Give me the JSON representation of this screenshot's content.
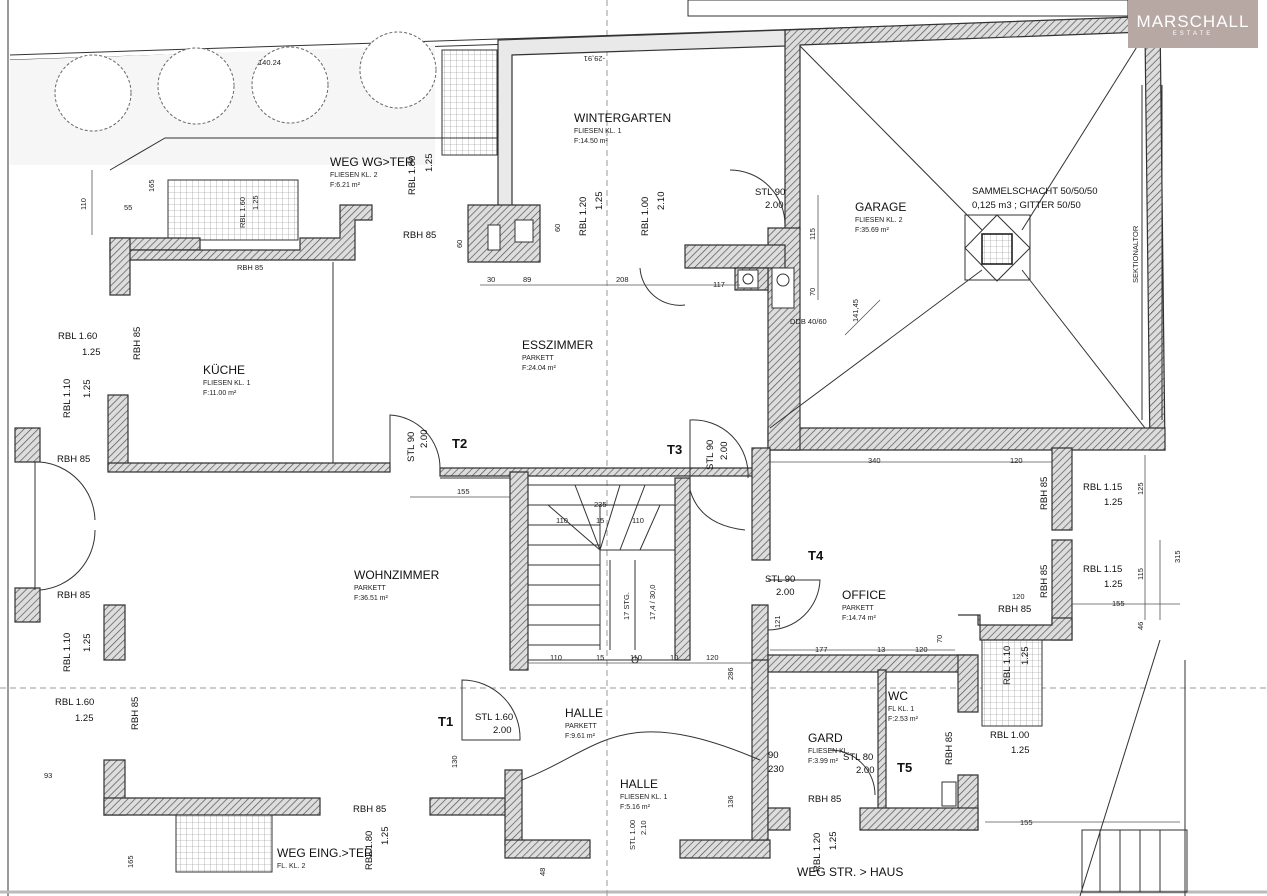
{
  "logo": {
    "name": "MARSCHALL",
    "sub": "ESTATE",
    "color": "#b7a8a4"
  },
  "rooms": {
    "wintergarten": {
      "name": "WINTERGARTEN",
      "floor": "FLIESEN KL. 1",
      "area": "F:14.50 m²"
    },
    "garage": {
      "name": "GARAGE",
      "floor": "FLIESEN KL. 2",
      "area": "F:35.69 m²"
    },
    "kueche": {
      "name": "KÜCHE",
      "floor": "FLIESEN KL. 1",
      "area": "F:11.00 m²"
    },
    "esszimmer": {
      "name": "ESSZIMMER",
      "floor": "PARKETT",
      "area": "F:24.04 m²"
    },
    "wohnzimmer": {
      "name": "WOHNZIMMER",
      "floor": "PARKETT",
      "area": "F:36.51 m²"
    },
    "office": {
      "name": "OFFICE",
      "floor": "PARKETT",
      "area": "F:14.74 m²"
    },
    "halle1": {
      "name": "HALLE",
      "floor": "PARKETT",
      "area": "F:9.61 m²"
    },
    "halle2": {
      "name": "HALLE",
      "floor": "FLIESEN KL. 1",
      "area": "F:5.16 m²"
    },
    "wc": {
      "name": "WC",
      "floor": "FL KL. 1",
      "area": "F:2.53 m²"
    },
    "gard": {
      "name": "GARD",
      "floor": "FLIESEN KL.",
      "area": "F:3.99 m²"
    },
    "wegwg": {
      "name": "WEG WG>TER",
      "floor": "FLIESEN KL. 2",
      "area": "F:6.21 m²"
    },
    "wegeing": {
      "name": "WEG EING.>TER",
      "floor": "FL. KL. 2"
    },
    "wegstr": {
      "name": "WEG STR. > HAUS"
    }
  },
  "doors": {
    "t1": "T1",
    "t2": "T2",
    "t3": "T3",
    "t4": "T4",
    "t5": "T5"
  },
  "labels": {
    "sammelschacht1": "SAMMELSCHACHT 50/50/50",
    "sammelschacht2": "0,125 m3 ; GITTER 50/50",
    "sektionaltor": "SEKTIONALTOR",
    "ddb": "DDB 40/60",
    "diag": "141,45",
    "stairs1": "17 STG.",
    "stairs2": "17,4 / 30,0",
    "level": "140.24",
    "wg_level": "-29,91",
    "stl90a": "STL 90",
    "stl90a2": "2.00",
    "stl90b": "STL 90",
    "stl90b2": "2.00",
    "stl90c": "STL 90",
    "stl90c2": "2.00",
    "stl90d": "STL 90",
    "stl90d2": "2.00",
    "stl80": "STL 80",
    "stl80b": "2.00",
    "stl160": "STL 1.60",
    "stl160b": "2.00",
    "stl100": "STL 1.00",
    "stl100b": "2.10",
    "rbh85_a": "RBH 85",
    "rbh85_b": "RBH 85",
    "rbh85_c": "RBH 85",
    "rbh85_d": "RBH 85",
    "rbh85_e": "RBH 85",
    "rbh85_f": "RBH 85",
    "rbh85_g": "RBH 85",
    "rbh85_h": "RBH 85",
    "rbh85_i": "RBH 85",
    "rbh85_j": "RBH 85",
    "rbh85_k": "RBH 85",
    "rbh85_l": "RBH 85",
    "rbl160a": "RBL 1.60",
    "rbl160a2": "1.25",
    "rbl110a": "RBL 1.10",
    "rbl110a2": "1.25",
    "rbl110b": "RBL 1.10",
    "rbl110b2": "1.25",
    "rbl160b": "RBL 1.60",
    "rbl160b2": "1.25",
    "rbl115a": "RBL 1.15",
    "rbl115a2": "1.25",
    "rbl115b": "RBL 1.15",
    "rbl115b2": "1.25",
    "rbl100": "RBL 1.00",
    "rbl1002": "1.25",
    "rbl120a": "RBL 1.20",
    "rbl120a2": "1.25",
    "rbl100b": "RBL 1.00",
    "rbl100b2": "2.10",
    "rbl180a": "RBL 1.80",
    "rbl180a2": "1.25",
    "rbl160c": "RBL 1.60",
    "rbl160c2": "1.25",
    "rbl110c": "RBL 1.10",
    "rbl110c2": "1.25",
    "rbl180b": "RBL 1.80",
    "rbl180b2": "1.25",
    "rbl120b": "RBL 1.20",
    "rbl120b2": "1.25"
  },
  "dims": {
    "d30": "30",
    "d89": "89",
    "d208": "208",
    "d117": "117",
    "d155a": "155",
    "d340": "340",
    "d120a": "120",
    "d235": "235",
    "d110a": "110",
    "d15a": "15",
    "d110b": "110",
    "d110c": "110",
    "d15b": "15",
    "d110d": "110",
    "d10": "10",
    "d120b": "120",
    "d177": "177",
    "d13": "13",
    "d120c": "120",
    "d70a": "70",
    "d120d": "120",
    "d155b": "155",
    "d155c": "155",
    "d90": "90",
    "d230": "230",
    "d136": "136",
    "d130": "130",
    "d93": "93",
    "d165a": "165",
    "d110e": "110",
    "d55": "55",
    "d60a": "60",
    "d60b": "60",
    "d115a": "115",
    "d70b": "70",
    "d121": "121",
    "d286": "286",
    "d315": "315",
    "d115b": "115",
    "d46": "46",
    "d165b": "165",
    "d48": "48",
    "d125": "125"
  }
}
